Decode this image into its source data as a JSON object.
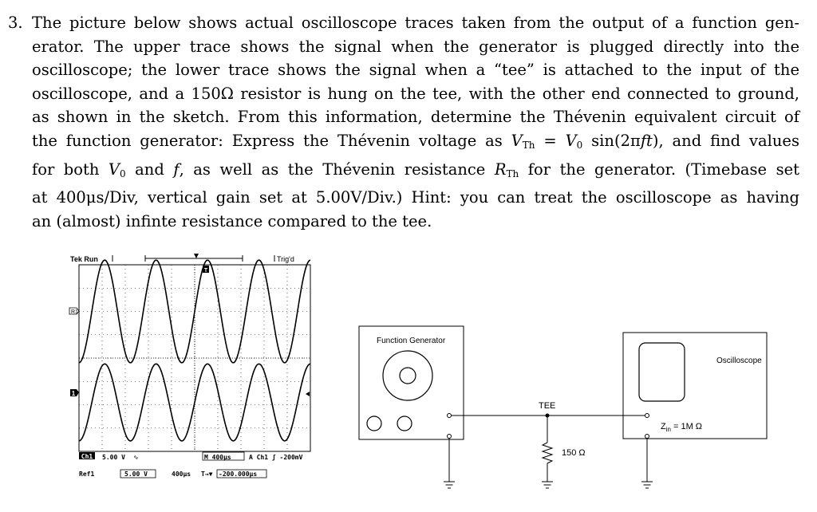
{
  "problem": {
    "number": "3.",
    "lines": [
      "The picture below shows actual oscilloscope traces taken from the output of a function gen-",
      "erator.  The upper trace shows the signal when the generator is plugged directly into the",
      "oscilloscope; the lower trace shows the signal when a “tee” is attached to the input of the",
      "oscilloscope, and a 150Ω resistor is hung on the tee, with the other end connected to ground,",
      "as shown in the sketch. From this information, determine the Thévenin equivalent circuit of"
    ],
    "line6": {
      "a": "the function generator: Express the Thévenin voltage as ",
      "vth": "V",
      "vth_sub": "Th",
      "eq": " = ",
      "v0": "V",
      "v0_sub": "0",
      "b": " sin(2π",
      "f": "ft",
      "c": "), and find values"
    },
    "line7": {
      "a": "for both ",
      "v0": "V",
      "v0_sub": "0",
      "b": " and ",
      "f": "f",
      "c": ", as well as the Thévenin resistance ",
      "rth": "R",
      "rth_sub": "Th",
      "d": " for the generator.  (Timebase set"
    },
    "line8": "at 400μs/Div, vertical gain set at 5.00V/Div.)  Hint:  you can treat the oscilloscope as having",
    "line9": "an (almost) infinte resistance compared to the tee."
  },
  "scope": {
    "status": "Tek Run",
    "trigger": "Trig'd",
    "ref_marker": "R1",
    "ch1_marker": "1",
    "trig_marker": "T",
    "ch1_label": "Ch1",
    "ch1_scale": "5.00 V",
    "ch1_coupling": "∿",
    "timebase": "M 400μs",
    "trig_info": "A  Ch1  ʃ -200mV",
    "ref_label": "Ref1",
    "ref_scale": "5.00 V",
    "ref_time": "400μs",
    "ref_pos": "T→▼",
    "ref_offset": "-200.000μs"
  },
  "circuit": {
    "generator_label": "Function Generator",
    "tee_label": "TEE",
    "resistor_label": "150 Ω",
    "oscilloscope_label": "Oscilloscope",
    "zin_label": "Z",
    "zin_sub": "in",
    "zin_value": "= 1M Ω"
  },
  "chart_data": {
    "type": "line",
    "title": "",
    "xlabel": "",
    "ylabel": "",
    "x_divisions": 10,
    "y_divisions": 8,
    "timebase": "400μs/Div",
    "vertical_gain": "5.00V/Div",
    "series": [
      {
        "cycles_on_screen": 4.5,
        "amplitude_div": 2.2
      },
      {
        "cycles_on_screen": 4.5,
        "amplitude_div": 1.65
      }
    ]
  }
}
